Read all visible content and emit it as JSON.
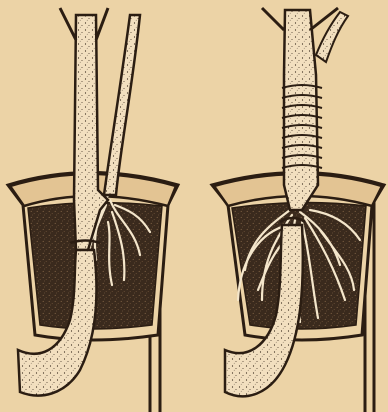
{
  "image": {
    "kind": "engraving",
    "panels": [
      {
        "position": "left",
        "subject": "layering-pot-early-roots",
        "icon": "plant-layering-pot-icon"
      },
      {
        "position": "right",
        "subject": "layering-pot-developed-roots",
        "icon": "plant-layering-pot-icon"
      }
    ],
    "colors": {
      "paper": "#ecd3a6",
      "paper_shade": "#e3c493",
      "ink": "#2b1d12",
      "soil": "#3a2a1d",
      "bark_light": "#f2dfbf",
      "root": "#f4e6cb"
    }
  }
}
